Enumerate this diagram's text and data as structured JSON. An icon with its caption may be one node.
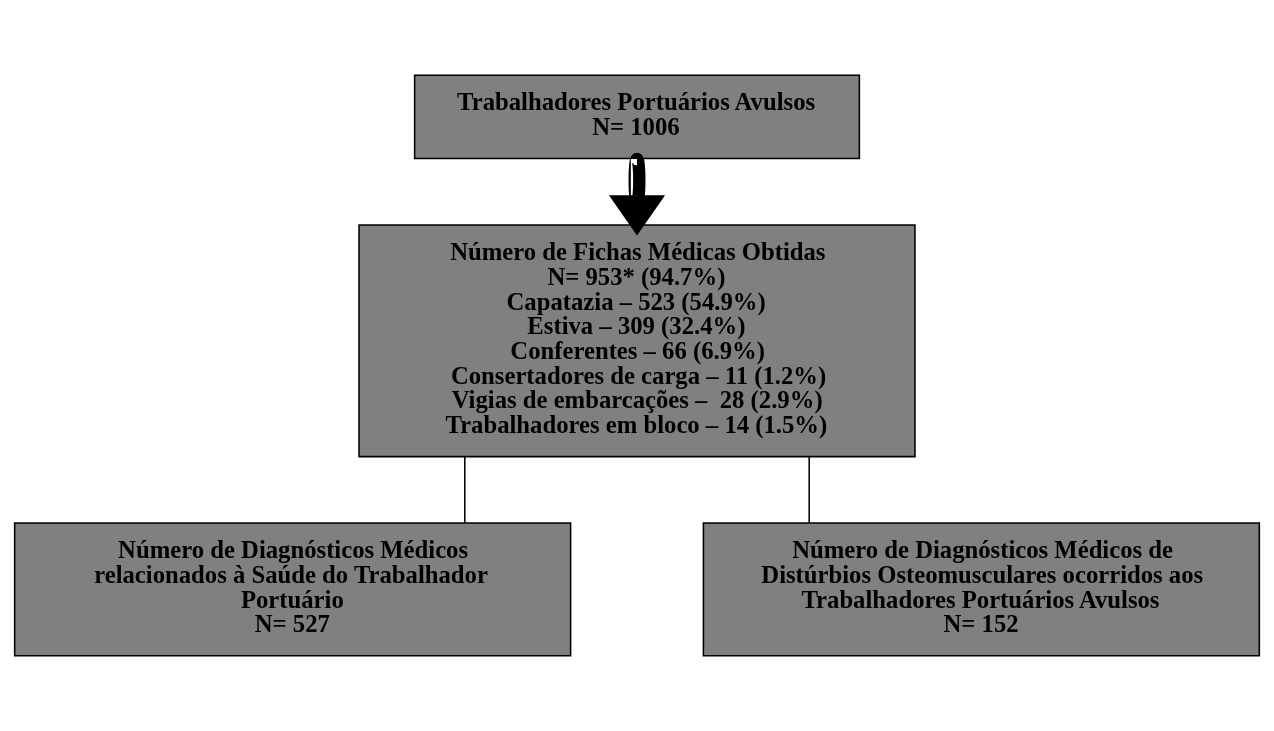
{
  "diagram": {
    "nodes": [
      {
        "text": [
          "Trabalhadores Portuários Avulsos",
          "N= 1006"
        ]
      },
      {
        "text": [
          "Número de Fichas Médicas Obtidas",
          "N= 953* (94.7%)",
          "Capatazia – 523 (54.9%)",
          "Estiva – 309 (32.4%)",
          "Conferentes – 66 (6.9%)",
          "Consertadores de carga – 11 (1.2%)",
          "Vigias de embarcações –  28 (2.9%)",
          "Trabalhadores em bloco – 14 (1.5%)"
        ]
      },
      {
        "text": [
          "Número de Diagnósticos Médicos relacionados à Saúde do Trabalhador Portuário",
          "N= 527"
        ]
      },
      {
        "text": [
          "Número de Diagnósticos Médicos de Distúrbios Osteomusculares ocorridos aos Trabalhadores Portuários Avulsos",
          "N= 152"
        ]
      }
    ],
    "edges": [
      {
        "from": 0,
        "to": 1,
        "arrow": "to",
        "style": "thick"
      },
      {
        "from": 1,
        "to": 2,
        "arrow": "none"
      },
      {
        "from": 1,
        "to": 3,
        "arrow": "none"
      }
    ]
  }
}
